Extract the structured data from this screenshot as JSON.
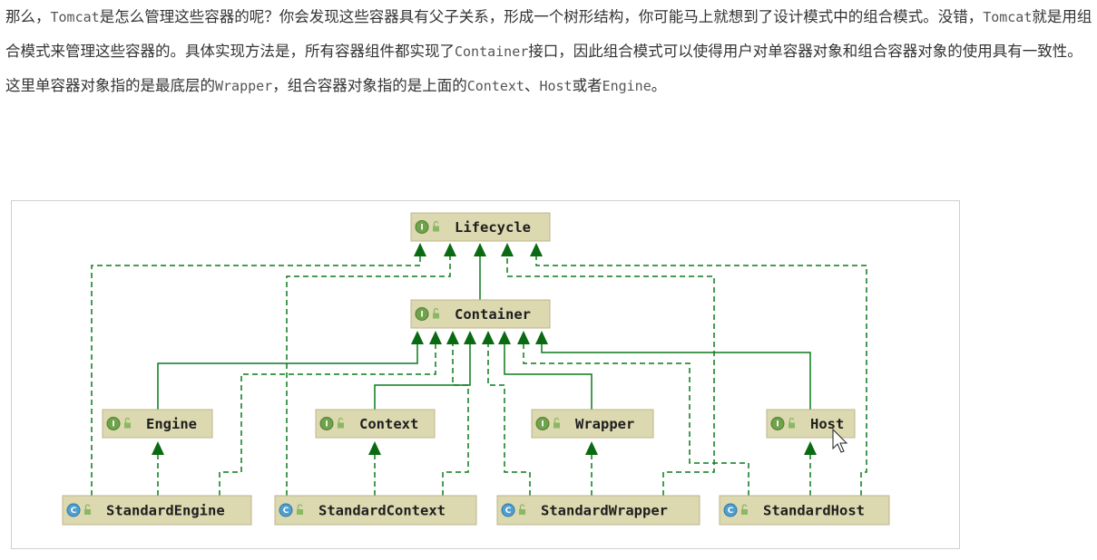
{
  "intro": {
    "segments": [
      {
        "t": "那么，",
        "code": false
      },
      {
        "t": "Tomcat",
        "code": true
      },
      {
        "t": "是怎么管理这些容器的呢？你会发现这些容器具有父子关系，形成一个树形结构，你可能马上就想到了设计模式中的组合模式。没错，",
        "code": false
      },
      {
        "t": "Tomcat",
        "code": true
      },
      {
        "t": "就是用组合模式来管理这些容器的。具体实现方法是，所有容器组件都实现了",
        "code": false
      },
      {
        "t": "Container",
        "code": true
      },
      {
        "t": "接口，因此组合模式可以使得用户对单容器对象和组合容器对象的使用具有一致性。这里单容器对象指的是最底层的",
        "code": false
      },
      {
        "t": "Wrapper",
        "code": true
      },
      {
        "t": "，组合容器对象指的是上面的",
        "code": false
      },
      {
        "t": "Context",
        "code": true
      },
      {
        "t": "、",
        "code": false
      },
      {
        "t": "Host",
        "code": true
      },
      {
        "t": "或者",
        "code": false
      },
      {
        "t": "Engine",
        "code": true
      },
      {
        "t": "。",
        "code": false
      }
    ]
  },
  "diagram": {
    "colors": {
      "node_fill": "#dcd8b0",
      "edge": "#0a7a1a",
      "interface_badge": "#6fa24a",
      "class_badge": "#4f9fcf"
    },
    "badges": {
      "interface": "I",
      "class": "C"
    },
    "nodes": [
      {
        "id": "lifecycle",
        "label": "Lifecycle",
        "kind": "interface"
      },
      {
        "id": "container",
        "label": "Container",
        "kind": "interface"
      },
      {
        "id": "engine",
        "label": "Engine",
        "kind": "interface"
      },
      {
        "id": "context",
        "label": "Context",
        "kind": "interface"
      },
      {
        "id": "wrapper",
        "label": "Wrapper",
        "kind": "interface"
      },
      {
        "id": "host",
        "label": "Host",
        "kind": "interface"
      },
      {
        "id": "standard_engine",
        "label": "StandardEngine",
        "kind": "class"
      },
      {
        "id": "standard_context",
        "label": "StandardContext",
        "kind": "class"
      },
      {
        "id": "standard_wrapper",
        "label": "StandardWrapper",
        "kind": "class"
      },
      {
        "id": "standard_host",
        "label": "StandardHost",
        "kind": "class"
      }
    ],
    "edges": [
      {
        "from": "container",
        "to": "lifecycle",
        "type": "extends"
      },
      {
        "from": "engine",
        "to": "container",
        "type": "extends"
      },
      {
        "from": "context",
        "to": "container",
        "type": "extends"
      },
      {
        "from": "wrapper",
        "to": "container",
        "type": "extends"
      },
      {
        "from": "host",
        "to": "container",
        "type": "extends"
      },
      {
        "from": "standard_engine",
        "to": "engine",
        "type": "implements"
      },
      {
        "from": "standard_context",
        "to": "context",
        "type": "implements"
      },
      {
        "from": "standard_wrapper",
        "to": "wrapper",
        "type": "implements"
      },
      {
        "from": "standard_host",
        "to": "host",
        "type": "implements"
      },
      {
        "from": "standard_engine",
        "to": "lifecycle",
        "type": "implements"
      },
      {
        "from": "standard_context",
        "to": "lifecycle",
        "type": "implements"
      },
      {
        "from": "standard_wrapper",
        "to": "lifecycle",
        "type": "implements"
      },
      {
        "from": "standard_host",
        "to": "lifecycle",
        "type": "implements"
      },
      {
        "from": "standard_engine",
        "to": "container",
        "type": "implements"
      },
      {
        "from": "standard_context",
        "to": "container",
        "type": "implements"
      },
      {
        "from": "standard_wrapper",
        "to": "container",
        "type": "implements"
      },
      {
        "from": "standard_host",
        "to": "container",
        "type": "implements"
      }
    ]
  }
}
